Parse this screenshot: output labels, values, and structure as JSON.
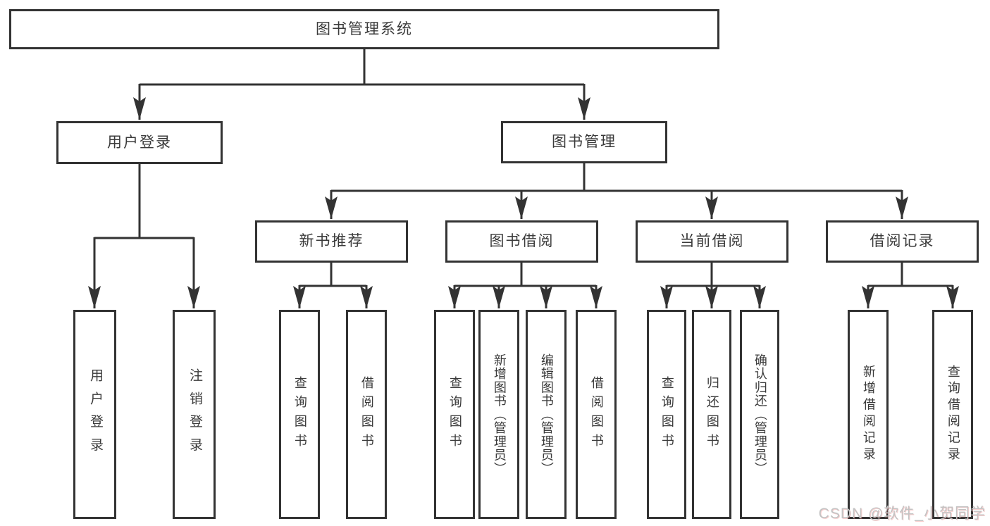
{
  "diagram": {
    "type": "hierarchy",
    "nodes": {
      "root": {
        "label": "图书管理系统"
      },
      "user_login": {
        "label": "用户登录"
      },
      "book_mgmt": {
        "label": "图书管理"
      },
      "new_book_rec": {
        "label": "新书推荐"
      },
      "book_borrow": {
        "label": "图书借阅"
      },
      "current_borrow": {
        "label": "当前借阅"
      },
      "borrow_record": {
        "label": "借阅记录"
      },
      "leaf_user_login": {
        "label": "用户登录"
      },
      "leaf_logout": {
        "label": "注销登录"
      },
      "rec_query_book": {
        "label": "查询图书"
      },
      "rec_borrow_book": {
        "label": "借阅图书"
      },
      "bor_query_book": {
        "label": "查询图书"
      },
      "bor_add_book": {
        "label": "新增图书（管理员）"
      },
      "bor_edit_book": {
        "label": "编辑图书（管理员）"
      },
      "bor_borrow_book": {
        "label": "借阅图书"
      },
      "cur_query_book": {
        "label": "查询图书"
      },
      "cur_return_book": {
        "label": "归还图书"
      },
      "cur_confirm_return": {
        "label": "确认归还（管理员）"
      },
      "rcd_add_record": {
        "label": "新增借阅记录"
      },
      "rcd_query_record": {
        "label": "查询借阅记录"
      }
    },
    "edges": [
      {
        "from": "root",
        "to": [
          "user_login",
          "book_mgmt"
        ]
      },
      {
        "from": "user_login",
        "to": [
          "leaf_user_login",
          "leaf_logout"
        ]
      },
      {
        "from": "book_mgmt",
        "to": [
          "new_book_rec",
          "book_borrow",
          "current_borrow",
          "borrow_record"
        ]
      },
      {
        "from": "new_book_rec",
        "to": [
          "rec_query_book",
          "rec_borrow_book"
        ]
      },
      {
        "from": "book_borrow",
        "to": [
          "bor_query_book",
          "bor_add_book",
          "bor_edit_book",
          "bor_borrow_book"
        ]
      },
      {
        "from": "current_borrow",
        "to": [
          "cur_query_book",
          "cur_return_book",
          "cur_confirm_return"
        ]
      },
      {
        "from": "borrow_record",
        "to": [
          "rcd_add_record",
          "rcd_query_record"
        ]
      }
    ],
    "colors": {
      "line": "#333333",
      "box_border": "#333333",
      "text": "#3a3a3a",
      "background": "#ffffff",
      "watermark_text": "#c3c3c3"
    }
  },
  "watermark": {
    "text": "CSDN @软件_小贺同学"
  }
}
